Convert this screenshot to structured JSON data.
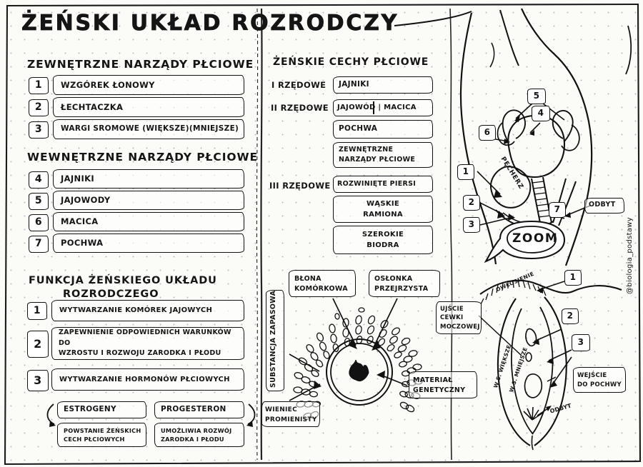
{
  "page": {
    "title": "ŻEŃSKI UKŁAD ROZRODCZY",
    "signature": "@biologia_podstawy"
  },
  "left_column": {
    "external_organs": {
      "heading": "ZEWNĘTRZNE NARZĄDY PŁCIOWE",
      "items": [
        {
          "num": "1",
          "label": "WZGÓREK ŁONOWY"
        },
        {
          "num": "2",
          "label": "ŁECHTACZKA"
        },
        {
          "num": "3",
          "label": "WARGI SROMOWE (WIĘKSZE)(MNIEJSZE)"
        }
      ]
    },
    "internal_organs": {
      "heading": "WEWNĘTRZNE NARZĄDY PŁCIOWE",
      "items": [
        {
          "num": "4",
          "label": "JAJNIKI"
        },
        {
          "num": "5",
          "label": "JAJOWODY"
        },
        {
          "num": "6",
          "label": "MACICA"
        },
        {
          "num": "7",
          "label": "POCHWA"
        }
      ]
    },
    "functions": {
      "heading_line1": "FUNKCJA  ŻEŃSKIEGO UKŁADU",
      "heading_line2": "ROZRODCZEGO",
      "items": [
        {
          "num": "1",
          "label": "WYTWARZANIE KOMÓREK JAJOWYCH"
        },
        {
          "num": "2",
          "label": "ZAPEWNIENIE ODPOWIEDNICH WARUNKÓW DO\nWZROSTU I ROZWOJU ZARODKA I PŁODU"
        },
        {
          "num": "3",
          "label": "WYTWARZANIE HORMONÓW PŁCIOWYCH"
        }
      ],
      "hormones": [
        {
          "name": "ESTROGENY",
          "effect": "POWSTANIE ŻEŃSKICH\nCECH PŁCIOWYCH"
        },
        {
          "name": "PROGESTERON",
          "effect": "UMOŻLIWIA ROZWÓJ\nZARODKA I PŁODU"
        }
      ]
    }
  },
  "right_column": {
    "sex_traits": {
      "heading": "ŻEŃSKIE CECHY PŁCIOWE",
      "groups": [
        {
          "order": "I RZĘDOWE",
          "items": [
            "JAJNIKI"
          ]
        },
        {
          "order": "II RZĘDOWE",
          "items": [
            "JAJOWÓD | MACICA",
            "POCHWA",
            "ZEWNĘTRZNE\nNARZĄDY PŁCIOWE"
          ]
        },
        {
          "order": "III RZĘDOWE",
          "items": [
            "ROZWINIĘTE PIERSI",
            "WĄSKIE\nRAMIONA",
            "SZEROKIE\nBIODRA"
          ]
        }
      ],
      "split_labels": {
        "left": "JAJOWÓD",
        "right": "MACICA"
      }
    }
  },
  "ovum_diagram": {
    "labels": {
      "membrane": "BŁONA\nKOMÓRKOWA",
      "zona": "OSŁONKA\nPRZEJRZYSTA",
      "reserve": "SUBSTANCJA ZAPASOWA",
      "corona": "WIENIEC\nPROMIENISTY",
      "genetic": "MATERIAŁ\nGENETYCZNY"
    }
  },
  "anatomy_diagram": {
    "callouts": [
      "1",
      "2",
      "3",
      "4",
      "5",
      "6",
      "7"
    ],
    "labels": {
      "bladder": "PĘCHERZ",
      "anus": "ODBYT"
    },
    "zoom_bubble": "ZOOM"
  },
  "vulva_diagram": {
    "callouts": [
      "1",
      "2",
      "3"
    ],
    "labels": {
      "hair": "OWŁOSIENIE",
      "urethra": "UJŚCIE\nCEWKI\nMOCZOWEJ",
      "labia_major": "W.S. WIĘKSZE",
      "labia_minor": "W.S. MNIEJSZE",
      "vagina_entrance": "WEJŚCIE\nDO POCHWY",
      "anus": "ODBYT"
    }
  }
}
